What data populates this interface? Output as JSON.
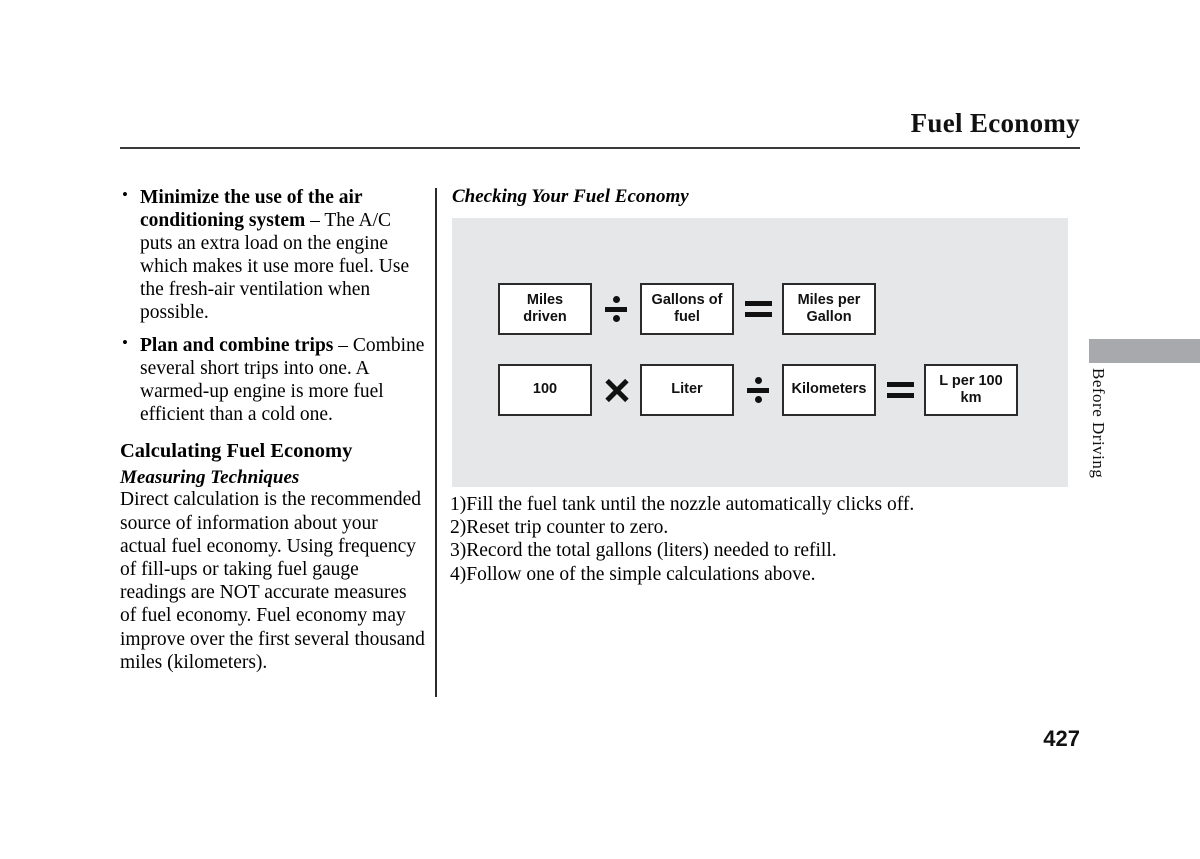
{
  "page": {
    "header_title": "Fuel Economy",
    "page_number": "427",
    "side_tab_label": "Before Driving"
  },
  "left_column": {
    "bullets": [
      {
        "lead": "Minimize the use of the air conditioning system",
        "dash": " – ",
        "body": "The A/C puts an extra load on the engine which makes it use more fuel. Use the fresh-air ventilation when possible."
      },
      {
        "lead": "Plan and combine trips",
        "dash": " – ",
        "body": "Combine several short trips into one. A warmed-up engine is more fuel efficient than a cold one."
      }
    ],
    "section_heading": "Calculating Fuel Economy",
    "subsection_heading": "Measuring Techniques",
    "body_paragraph": "Direct calculation is the recommended source of information about your actual fuel economy. Using frequency of fill-ups or taking fuel gauge readings are NOT accurate measures of fuel economy. Fuel economy may improve over the first several thousand miles (kilometers)."
  },
  "right_column": {
    "heading": "Checking Your Fuel Economy",
    "diagram": {
      "rows": [
        {
          "cells": [
            {
              "kind": "box",
              "text": "Miles driven"
            },
            {
              "kind": "op",
              "op": "divide",
              "symbol": "÷"
            },
            {
              "kind": "box",
              "text": "Gallons of fuel"
            },
            {
              "kind": "op",
              "op": "equals",
              "symbol": "="
            },
            {
              "kind": "box",
              "text": "Miles per Gallon"
            }
          ]
        },
        {
          "cells": [
            {
              "kind": "box",
              "text": "100"
            },
            {
              "kind": "op",
              "op": "times",
              "symbol": "×"
            },
            {
              "kind": "box",
              "text": "Liter"
            },
            {
              "kind": "op",
              "op": "divide",
              "symbol": "÷"
            },
            {
              "kind": "box",
              "text": "Kilometers"
            },
            {
              "kind": "op",
              "op": "equals",
              "symbol": "="
            },
            {
              "kind": "box",
              "text": "L per 100 km"
            }
          ]
        }
      ],
      "panel_color": "#e6e7e8",
      "box_border_color": "#2b2b2b"
    },
    "steps": [
      {
        "num": "1)",
        "text": "Fill the fuel tank until the nozzle automatically clicks off."
      },
      {
        "num": "2)",
        "text": "Reset trip counter to zero."
      },
      {
        "num": "3)",
        "text": "Record the total gallons (liters) needed to refill."
      },
      {
        "num": "4)",
        "text": "Follow one of the simple calculations above."
      }
    ]
  }
}
